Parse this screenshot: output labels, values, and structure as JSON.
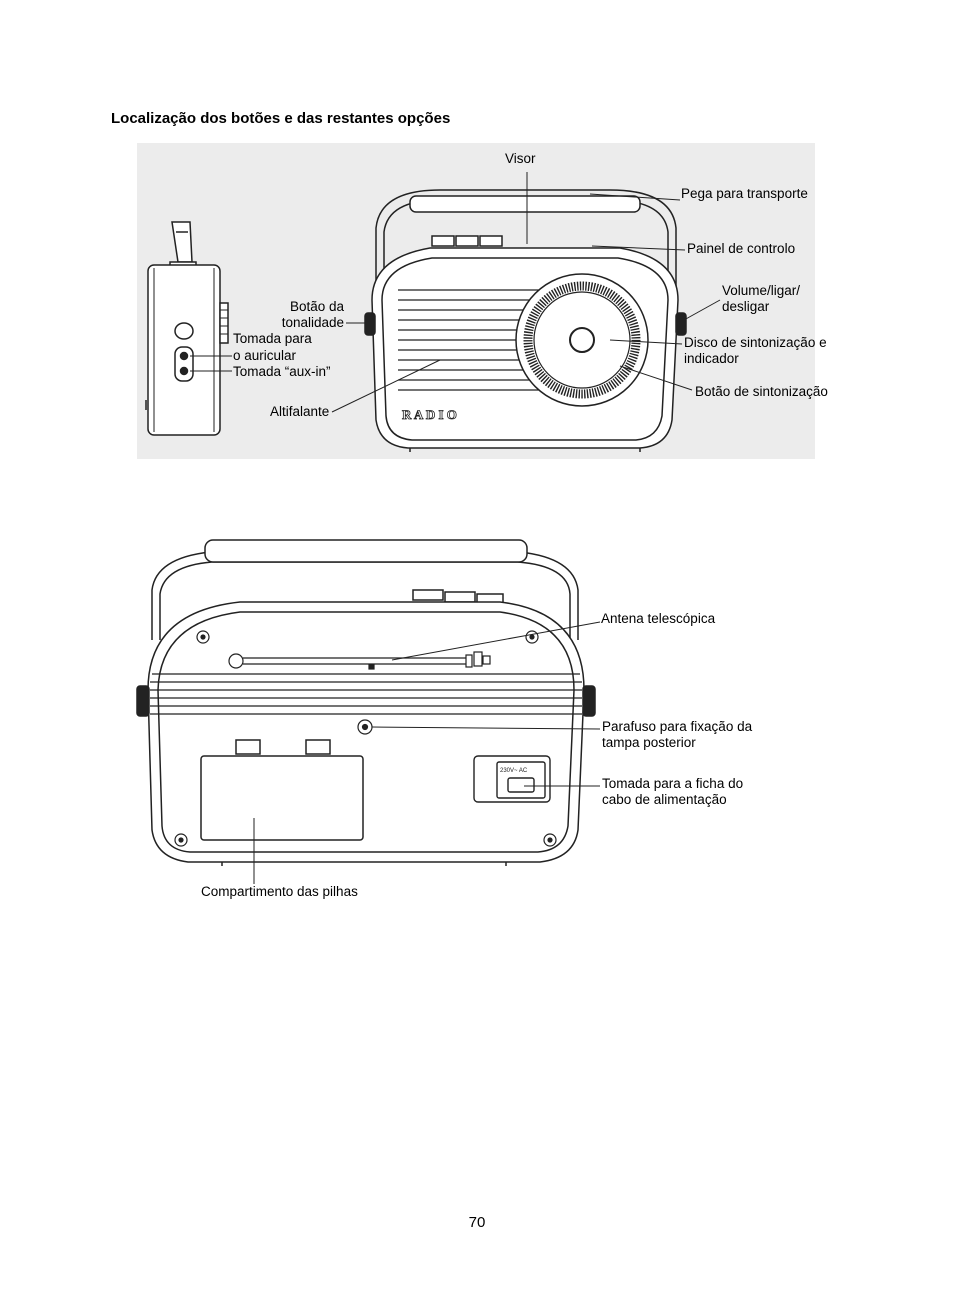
{
  "page": {
    "title": "Localização dos botões e das restantes opções",
    "page_number": "70"
  },
  "front_figure": {
    "badge_text": "R A D I O",
    "labels": {
      "visor": "Visor",
      "pega": "Pega para transporte",
      "painel": "Painel de controlo",
      "volume_1": "Volume/ligar/",
      "volume_2": "desligar",
      "disco_1": "Disco de sintonização e",
      "disco_2": "indicador",
      "botao_sint": "Botão de sintonização",
      "altifalante": "Altifalante"
    }
  },
  "side_figure": {
    "labels": {
      "tonalidade_1": "Botão da",
      "tonalidade_2": "tonalidade",
      "auricular_1": "Tomada para",
      "auricular_2": "o auricular",
      "aux": "Tomada “aux-in”"
    }
  },
  "back_figure": {
    "socket_text": "230V~ AC",
    "labels": {
      "antena": "Antena telescópica",
      "parafuso_1": "Parafuso para fixação da",
      "parafuso_2": "tampa posterior",
      "tomada_1": "Tomada para a ficha do",
      "tomada_2": "cabo de alimentação",
      "pilhas": "Compartimento das pilhas"
    }
  }
}
